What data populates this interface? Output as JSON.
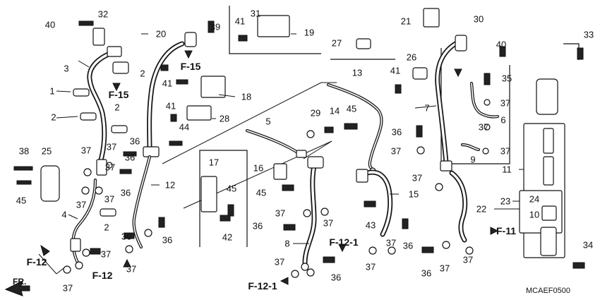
{
  "callouts": [
    "40",
    "32",
    "20",
    "31",
    "41",
    "19",
    "21",
    "30",
    "33",
    "3",
    "2",
    "39",
    "27",
    "26",
    "41",
    "40",
    "1",
    "F-15",
    "41",
    "18",
    "35",
    "2",
    "13",
    "F-15",
    "2",
    "41",
    "28",
    "29",
    "14",
    "45",
    "7",
    "37",
    "37",
    "6",
    "44",
    "5",
    "36",
    "37",
    "37",
    "38",
    "25",
    "37",
    "36",
    "36",
    "36",
    "11",
    "9",
    "37",
    "17",
    "16",
    "37",
    "37",
    "45",
    "15",
    "12",
    "45",
    "45",
    "24",
    "4",
    "37",
    "37",
    "23",
    "22",
    "2",
    "37",
    "10",
    "36",
    "36",
    "43",
    "42",
    "36",
    "8",
    "F-11",
    "36",
    "37",
    "37",
    "F-12",
    "37",
    "F-12",
    "36",
    "F-12-1",
    "37",
    "37",
    "34",
    "36",
    "37",
    "37",
    "37",
    "F-12-1",
    "37"
  ],
  "diagram_code": "MCAEF0500",
  "fr_label": "FR."
}
